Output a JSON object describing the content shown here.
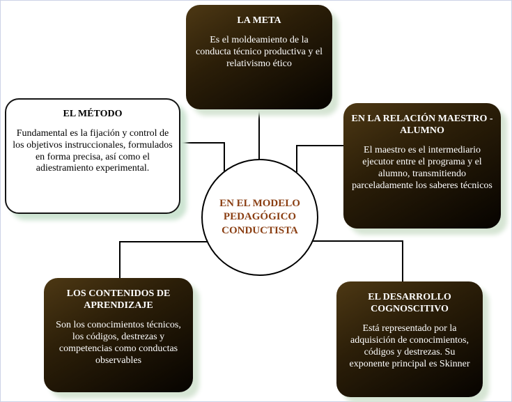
{
  "diagram": {
    "center_node": {
      "label": "EN EL MODELO PEDAGÓGICO CONDUCTISTA"
    },
    "nodes": {
      "meta": {
        "title": "LA META",
        "body": "Es el moldeamiento de la conducta técnico productiva y el relativismo ético"
      },
      "metodo": {
        "title": "EL MÉTODO",
        "body": "Fundamental  es la fijación y control de los objetivos instruccionales, formulados en forma precisa, así como el adiestramiento experimental."
      },
      "relacion": {
        "title": "EN LA RELACIÓN MAESTRO - ALUMNO",
        "body": "El maestro es el intermediario ejecutor entre el programa y el alumno, transmitiendo parceladamente los saberes técnicos"
      },
      "contenidos": {
        "title": "LOS CONTENIDOS DE APRENDIZAJE",
        "body": "Son los conocimientos técnicos, los códigos, destrezas y competencias como conductas observables"
      },
      "desarrollo": {
        "title": "EL DESARROLLO COGNOSCITIVO",
        "body": "Está representado por la adquisición de conocimientos, códigos y destrezas. Su exponente principal es Skinner"
      }
    },
    "colors": {
      "box_fill_dark_top": "#4d3814",
      "box_fill_dark_bottom": "#060300",
      "box_text_dark": "#ffffff",
      "box_fill_light": "#ffffff",
      "box_text_light": "#000000",
      "center_text": "#8a3e12",
      "connector": "#000000",
      "shadow": "#d6e5d4",
      "background": "#ffffff"
    }
  }
}
